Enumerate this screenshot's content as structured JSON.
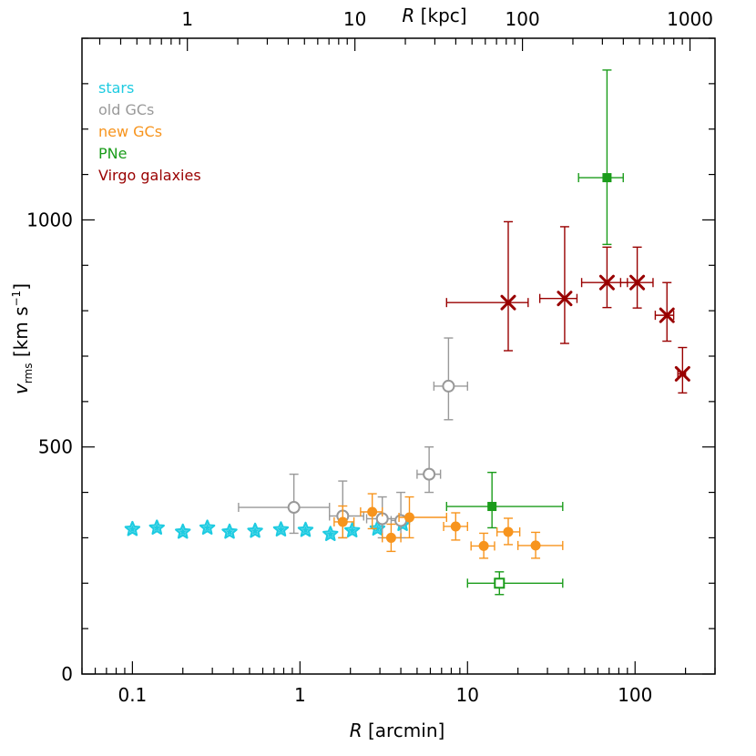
{
  "chart_data": {
    "type": "scatter",
    "x_scale": "log",
    "y_scale": "linear",
    "xlabel": "R [arcmin]",
    "ylabel": "v_rms [km s^-1]",
    "top_xlabel": "R [kpc]",
    "xlim": [
      0.05,
      300
    ],
    "ylim": [
      0,
      1400
    ],
    "x_tick_labels": [
      "0.1",
      "1",
      "10",
      "100"
    ],
    "x_tick_values": [
      0.1,
      1,
      10,
      100
    ],
    "y_tick_labels": [
      "0",
      "500",
      "1000"
    ],
    "y_tick_values": [
      0,
      500,
      1000
    ],
    "top_tick_labels": [
      "1",
      "10",
      "100",
      "1000"
    ],
    "top_tick_values_kpc": [
      1,
      10,
      100,
      1000
    ],
    "kpc_per_arcmin": 4.7,
    "legend_position": "top-left",
    "series": [
      {
        "name": "stars",
        "color": "#1ecbe1",
        "marker": "star",
        "points": [
          {
            "x": 0.1,
            "y": 319
          },
          {
            "x": 0.14,
            "y": 322
          },
          {
            "x": 0.2,
            "y": 313
          },
          {
            "x": 0.28,
            "y": 322
          },
          {
            "x": 0.38,
            "y": 313
          },
          {
            "x": 0.54,
            "y": 315
          },
          {
            "x": 0.77,
            "y": 318
          },
          {
            "x": 1.08,
            "y": 317
          },
          {
            "x": 1.52,
            "y": 308
          },
          {
            "x": 2.05,
            "y": 316
          },
          {
            "x": 2.9,
            "y": 320
          },
          {
            "x": 4.1,
            "y": 330
          }
        ]
      },
      {
        "name": "old GCs",
        "color": "#999999",
        "marker": "open-circle",
        "points": [
          {
            "x": 0.92,
            "y": 367,
            "xlo": 0.43,
            "xhi": 1.5,
            "ylo": 310,
            "yhi": 440
          },
          {
            "x": 1.8,
            "y": 348,
            "xlo": 1.5,
            "xhi": 2.4,
            "ylo": 300,
            "yhi": 425
          },
          {
            "x": 3.1,
            "y": 342,
            "xlo": 2.5,
            "xhi": 4.0,
            "ylo": 300,
            "yhi": 390
          },
          {
            "x": 4.0,
            "y": 338,
            "xlo": 3.5,
            "xhi": 4.5,
            "ylo": 300,
            "yhi": 400
          },
          {
            "x": 5.9,
            "y": 440,
            "xlo": 5.0,
            "xhi": 6.9,
            "ylo": 400,
            "yhi": 500
          },
          {
            "x": 7.7,
            "y": 634,
            "xlo": 6.3,
            "xhi": 10.0,
            "ylo": 560,
            "yhi": 740
          }
        ]
      },
      {
        "name": "new GCs",
        "color": "#f7941d",
        "marker": "filled-circle",
        "points": [
          {
            "x": 1.8,
            "y": 335,
            "xlo": 1.6,
            "xhi": 2.1,
            "ylo": 300,
            "yhi": 370
          },
          {
            "x": 2.7,
            "y": 357,
            "xlo": 2.3,
            "xhi": 3.1,
            "ylo": 320,
            "yhi": 397
          },
          {
            "x": 3.5,
            "y": 300,
            "xlo": 3.1,
            "xhi": 4.0,
            "ylo": 270,
            "yhi": 330
          },
          {
            "x": 4.5,
            "y": 345,
            "xlo": 3.9,
            "xhi": 7.5,
            "ylo": 300,
            "yhi": 390
          },
          {
            "x": 8.5,
            "y": 325,
            "xlo": 7.2,
            "xhi": 10.0,
            "ylo": 295,
            "yhi": 355
          },
          {
            "x": 12.5,
            "y": 282,
            "xlo": 10.5,
            "xhi": 14.5,
            "ylo": 255,
            "yhi": 310
          },
          {
            "x": 17.5,
            "y": 313,
            "xlo": 15.0,
            "xhi": 20.5,
            "ylo": 285,
            "yhi": 343
          },
          {
            "x": 25.5,
            "y": 283,
            "xlo": 20.0,
            "xhi": 37.0,
            "ylo": 255,
            "yhi": 312
          }
        ]
      },
      {
        "name": "PNe",
        "color": "#1a9c1a",
        "marker": "filled-square",
        "points": [
          {
            "x": 14.0,
            "y": 369,
            "xlo": 7.5,
            "xhi": 37.0,
            "ylo": 322,
            "yhi": 444
          },
          {
            "x": 68.0,
            "y": 1093,
            "xlo": 46.0,
            "xhi": 85.0,
            "ylo": 946,
            "yhi": 1330
          }
        ]
      },
      {
        "name": "",
        "color": "#1a9c1a",
        "marker": "open-square",
        "points": [
          {
            "x": 15.5,
            "y": 200,
            "xlo": 10.0,
            "xhi": 37.0,
            "ylo": 175,
            "yhi": 225
          }
        ]
      },
      {
        "name": "Virgo galaxies",
        "color": "#990000",
        "marker": "cross",
        "points": [
          {
            "x": 17.5,
            "y": 818,
            "xlo": 7.5,
            "xhi": 23.0,
            "ylo": 712,
            "yhi": 996
          },
          {
            "x": 38.0,
            "y": 827,
            "xlo": 27.0,
            "xhi": 45.0,
            "ylo": 728,
            "yhi": 985
          },
          {
            "x": 68.0,
            "y": 862,
            "xlo": 48.0,
            "xhi": 90.0,
            "ylo": 807,
            "yhi": 940
          },
          {
            "x": 103.0,
            "y": 862,
            "xlo": 82.0,
            "xhi": 128.0,
            "ylo": 806,
            "yhi": 940
          },
          {
            "x": 155.0,
            "y": 790,
            "xlo": 132.0,
            "xhi": 170.0,
            "ylo": 733,
            "yhi": 862
          },
          {
            "x": 192.0,
            "y": 661,
            "xlo": 180.0,
            "xhi": 200.0,
            "ylo": 619,
            "yhi": 719
          }
        ]
      }
    ]
  },
  "legend": [
    {
      "label": "stars",
      "color": "#1ecbe1"
    },
    {
      "label": "old GCs",
      "color": "#999999"
    },
    {
      "label": "new GCs",
      "color": "#f7941d"
    },
    {
      "label": "PNe",
      "color": "#1a9c1a"
    },
    {
      "label": "Virgo galaxies",
      "color": "#990000"
    }
  ]
}
